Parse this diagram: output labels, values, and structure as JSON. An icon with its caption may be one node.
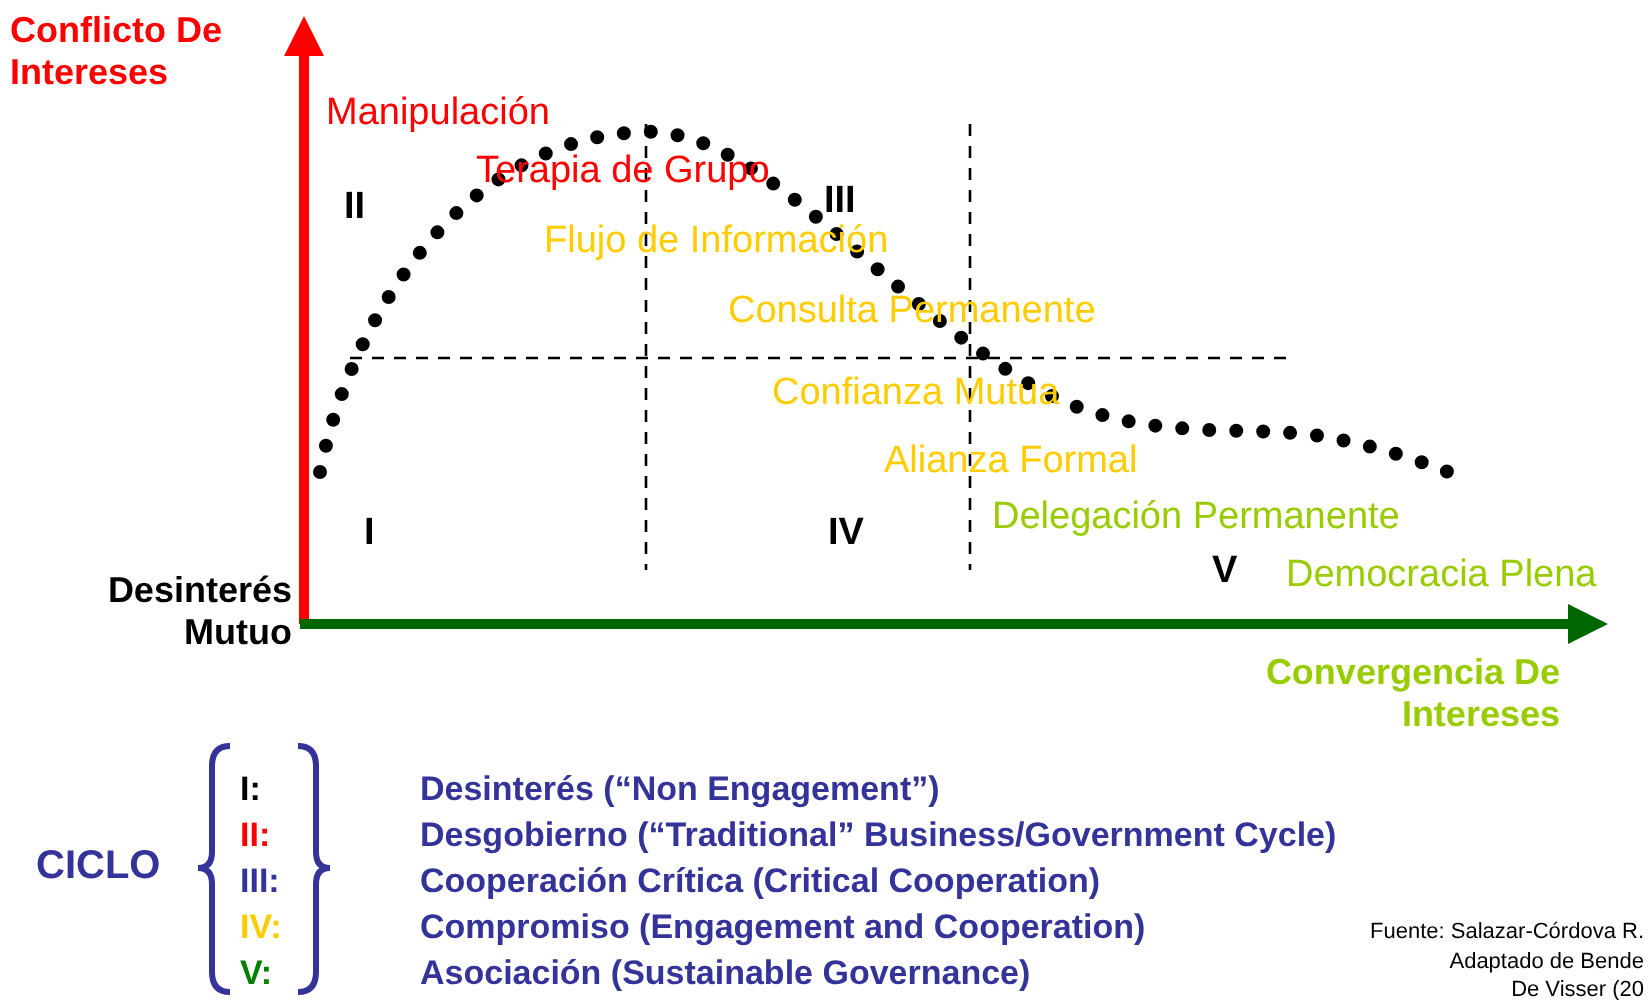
{
  "diagram": {
    "labels": [
      "Conflicto De Intereses",
      "Manipulación",
      "Terapia de Grupo",
      "II",
      "III",
      "Flujo de Información",
      "Consulta Permanente",
      "Confianza Mutua",
      "Alianza Formal",
      "I",
      "IV",
      "Delegación Permanente",
      "Desinterés Mutuo",
      "V",
      "Democracia Plena",
      "Convergencia De Intereses",
      "CICLO",
      "I:",
      "Desinterés (“Non Engagement”)",
      "II:",
      "Desgobierno (“Traditional” Business/Government Cycle)",
      "III:",
      "Cooperación Crítica (Critical Cooperation)",
      "IV:",
      "Compromiso (Engagement and Cooperation)",
      "V:",
      "Asociación (Sustainable Governance)",
      "Fuente: Salazar-Córdova R.",
      "Adaptado de Bende",
      "De Visser (20"
    ]
  }
}
